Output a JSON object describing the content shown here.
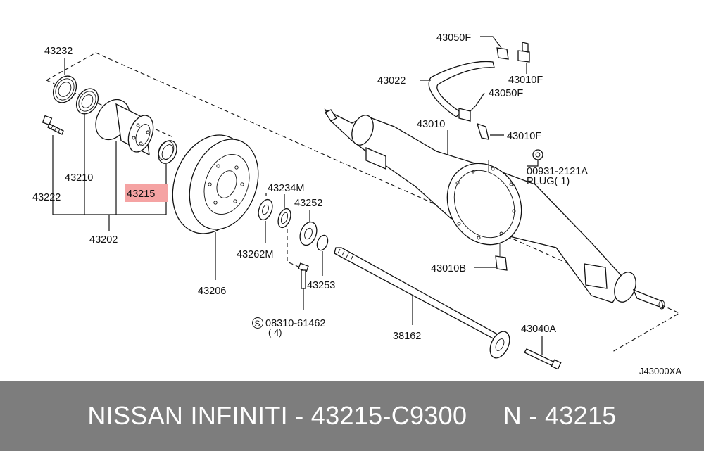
{
  "parts": {
    "p43232": "43232",
    "p43210": "43210",
    "p43222": "43222",
    "p43215": "43215",
    "p43202": "43202",
    "p43206": "43206",
    "p43234M": "43234M",
    "p43252": "43252",
    "p43262M": "43262M",
    "p43253": "43253",
    "p08310": "08310-61462",
    "p08310_qty": "( 4)",
    "p08310_symbol": "S",
    "p38162": "38162",
    "p43040A": "43040A",
    "p43050F_top": "43050F",
    "p43010F_top": "43010F",
    "p43022": "43022",
    "p43050F_mid": "43050F",
    "p43010": "43010",
    "p43010F_mid": "43010F",
    "p00931": "00931-2121A",
    "p00931_note": "PLUG( 1)",
    "p43010B": "43010B"
  },
  "drawing_code": "J43000XA",
  "highlight_color": "#f5a3a3",
  "footer": {
    "caption": "NISSAN INFINITI - 43215-C9300     N - 43215",
    "background": "#7d7d7d",
    "text_color": "#ffffff"
  }
}
